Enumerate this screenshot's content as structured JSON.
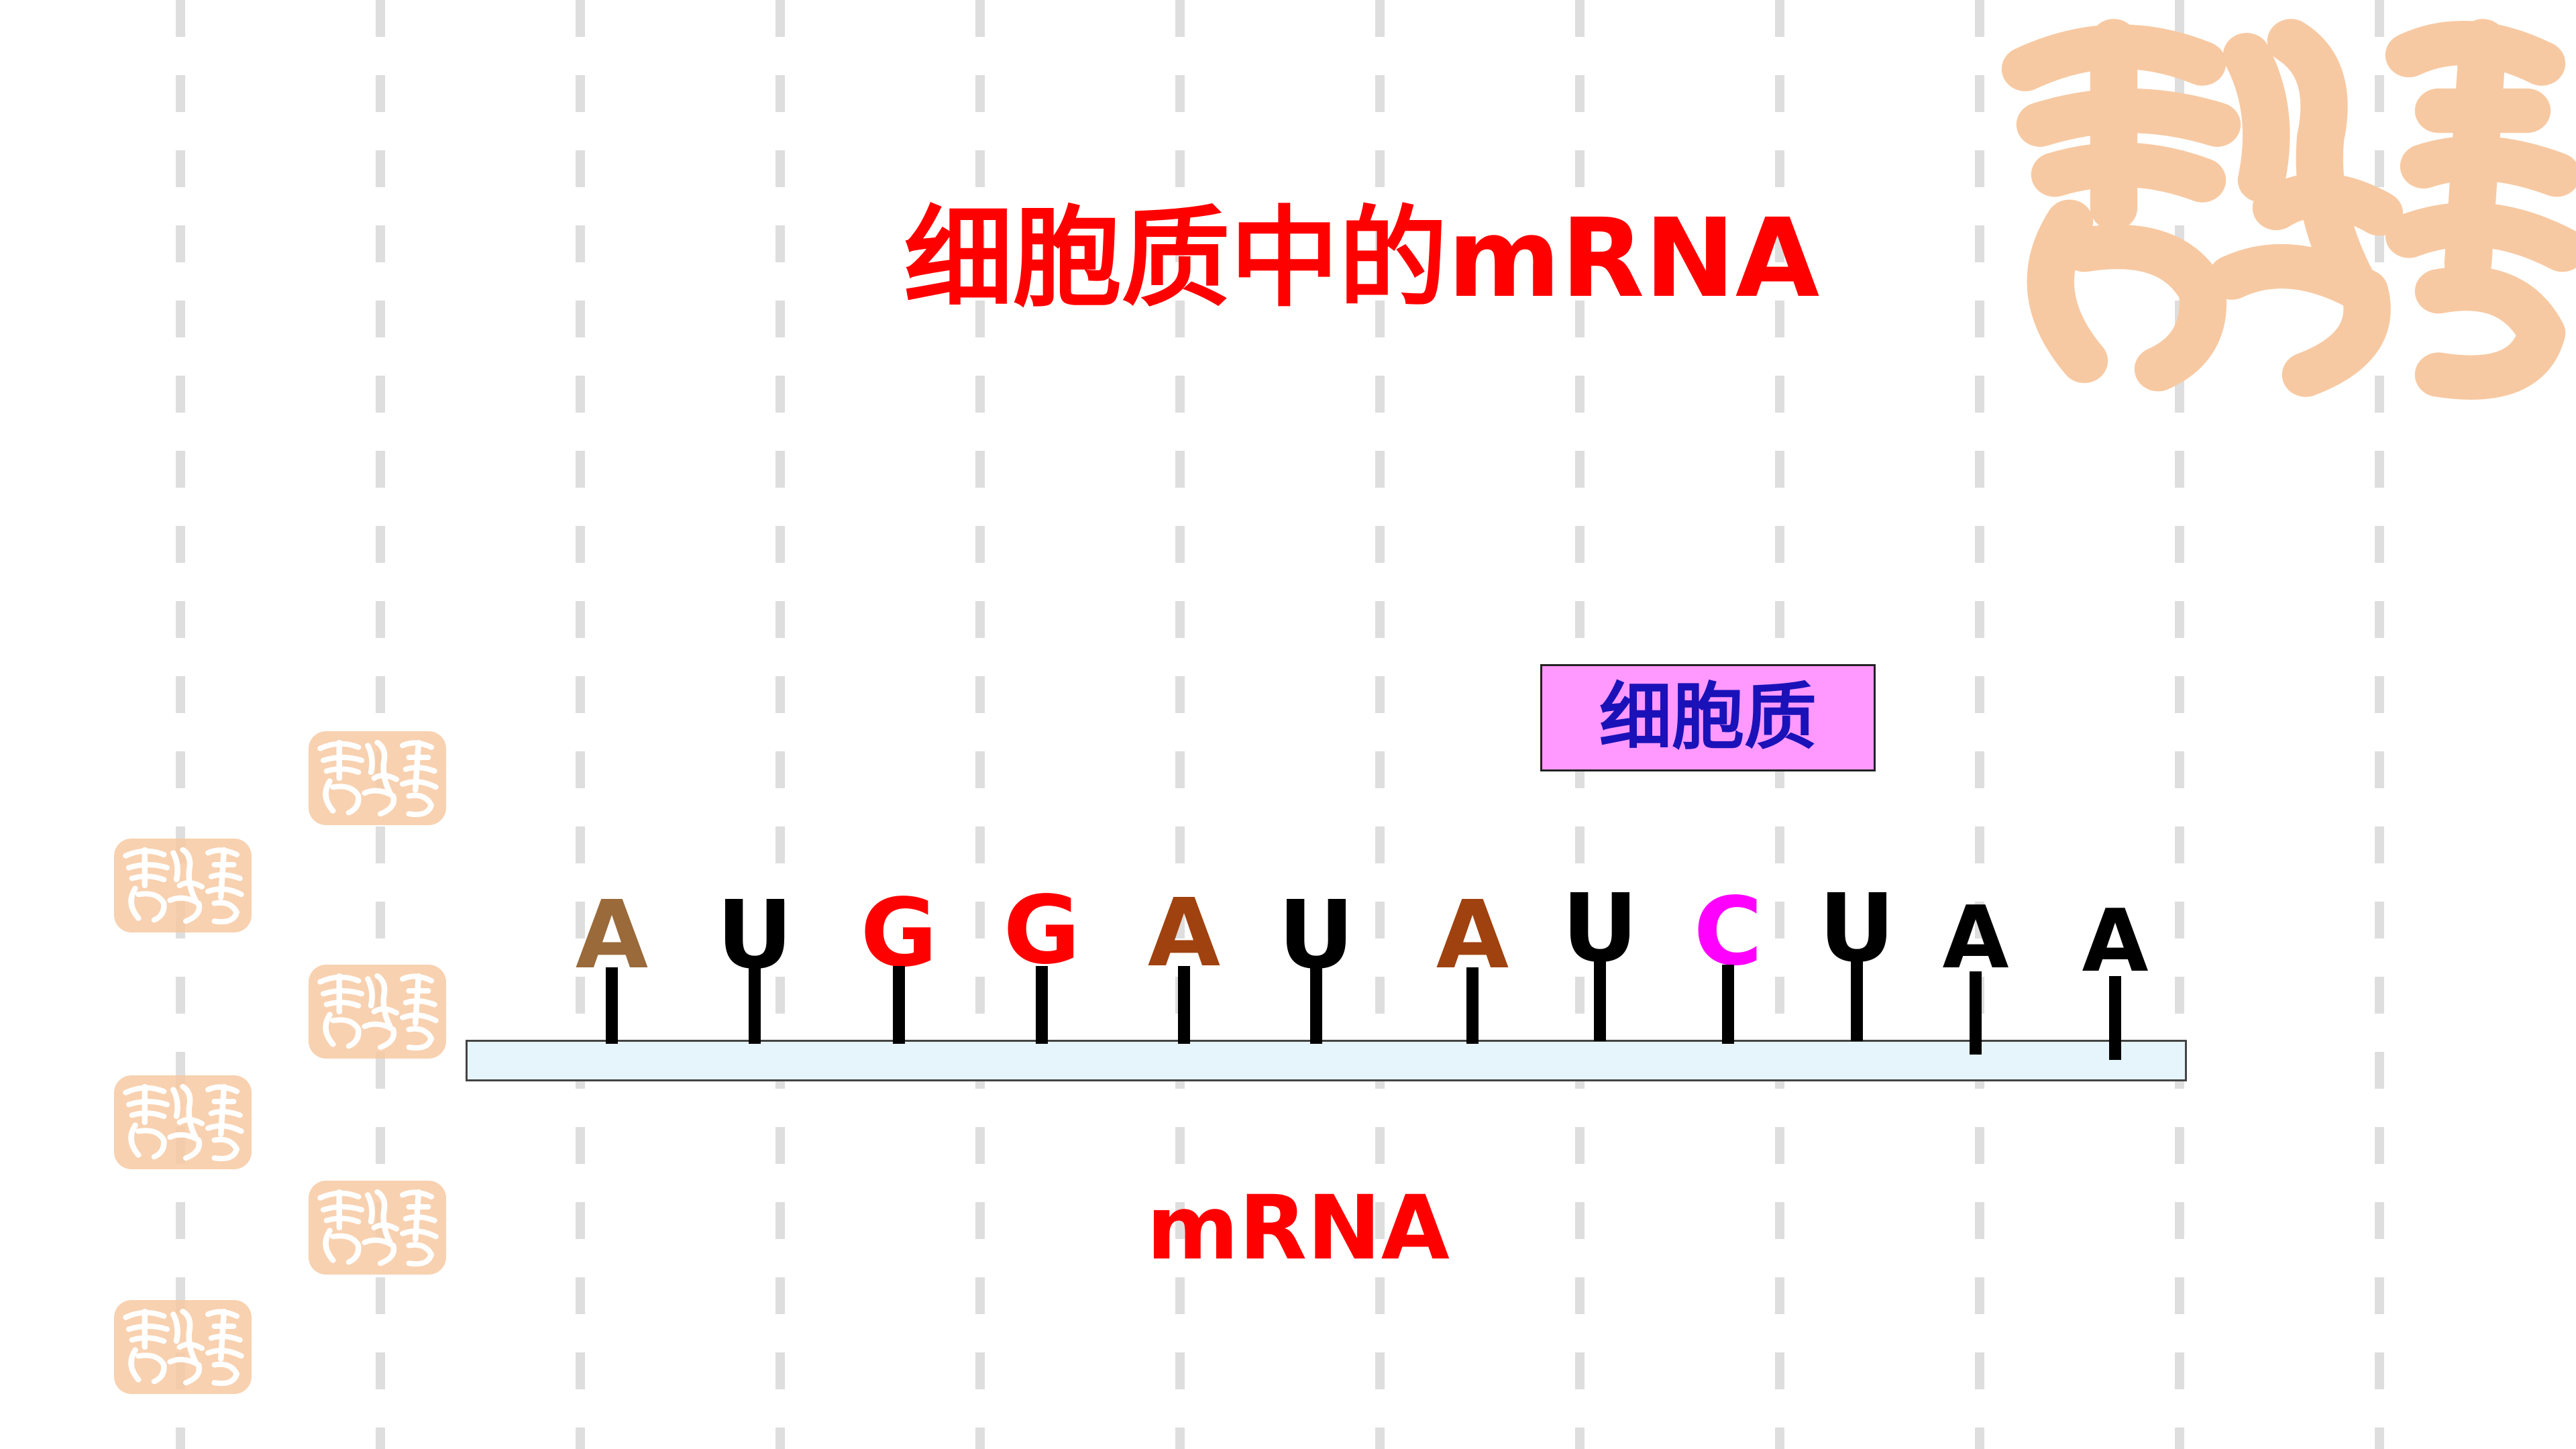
{
  "title": "细胞质中的mRNA",
  "region_label": "细胞质",
  "strand_label": "mRNA",
  "colors": {
    "title": "#ff0000",
    "region_box_fill": "#ff99ff",
    "region_label": "#1a12b8",
    "strand_fill": "#e6f4fb",
    "seal": "#f7c9a2"
  },
  "bases": [
    {
      "letter": "A",
      "color": "#9a6a3a"
    },
    {
      "letter": "U",
      "color": "#000000"
    },
    {
      "letter": "G",
      "color": "#ff0000"
    },
    {
      "letter": "G",
      "color": "#ff0000"
    },
    {
      "letter": "A",
      "color": "#a0420f"
    },
    {
      "letter": "U",
      "color": "#000000"
    },
    {
      "letter": "A",
      "color": "#a0420f"
    },
    {
      "letter": "U",
      "color": "#000000"
    },
    {
      "letter": "C",
      "color": "#ff00ff"
    },
    {
      "letter": "U",
      "color": "#000000"
    },
    {
      "letter": "A",
      "color": "#000000"
    },
    {
      "letter": "A",
      "color": "#000000"
    }
  ],
  "decorations": {
    "seal_icon": "calligraphy-seal-icon"
  }
}
